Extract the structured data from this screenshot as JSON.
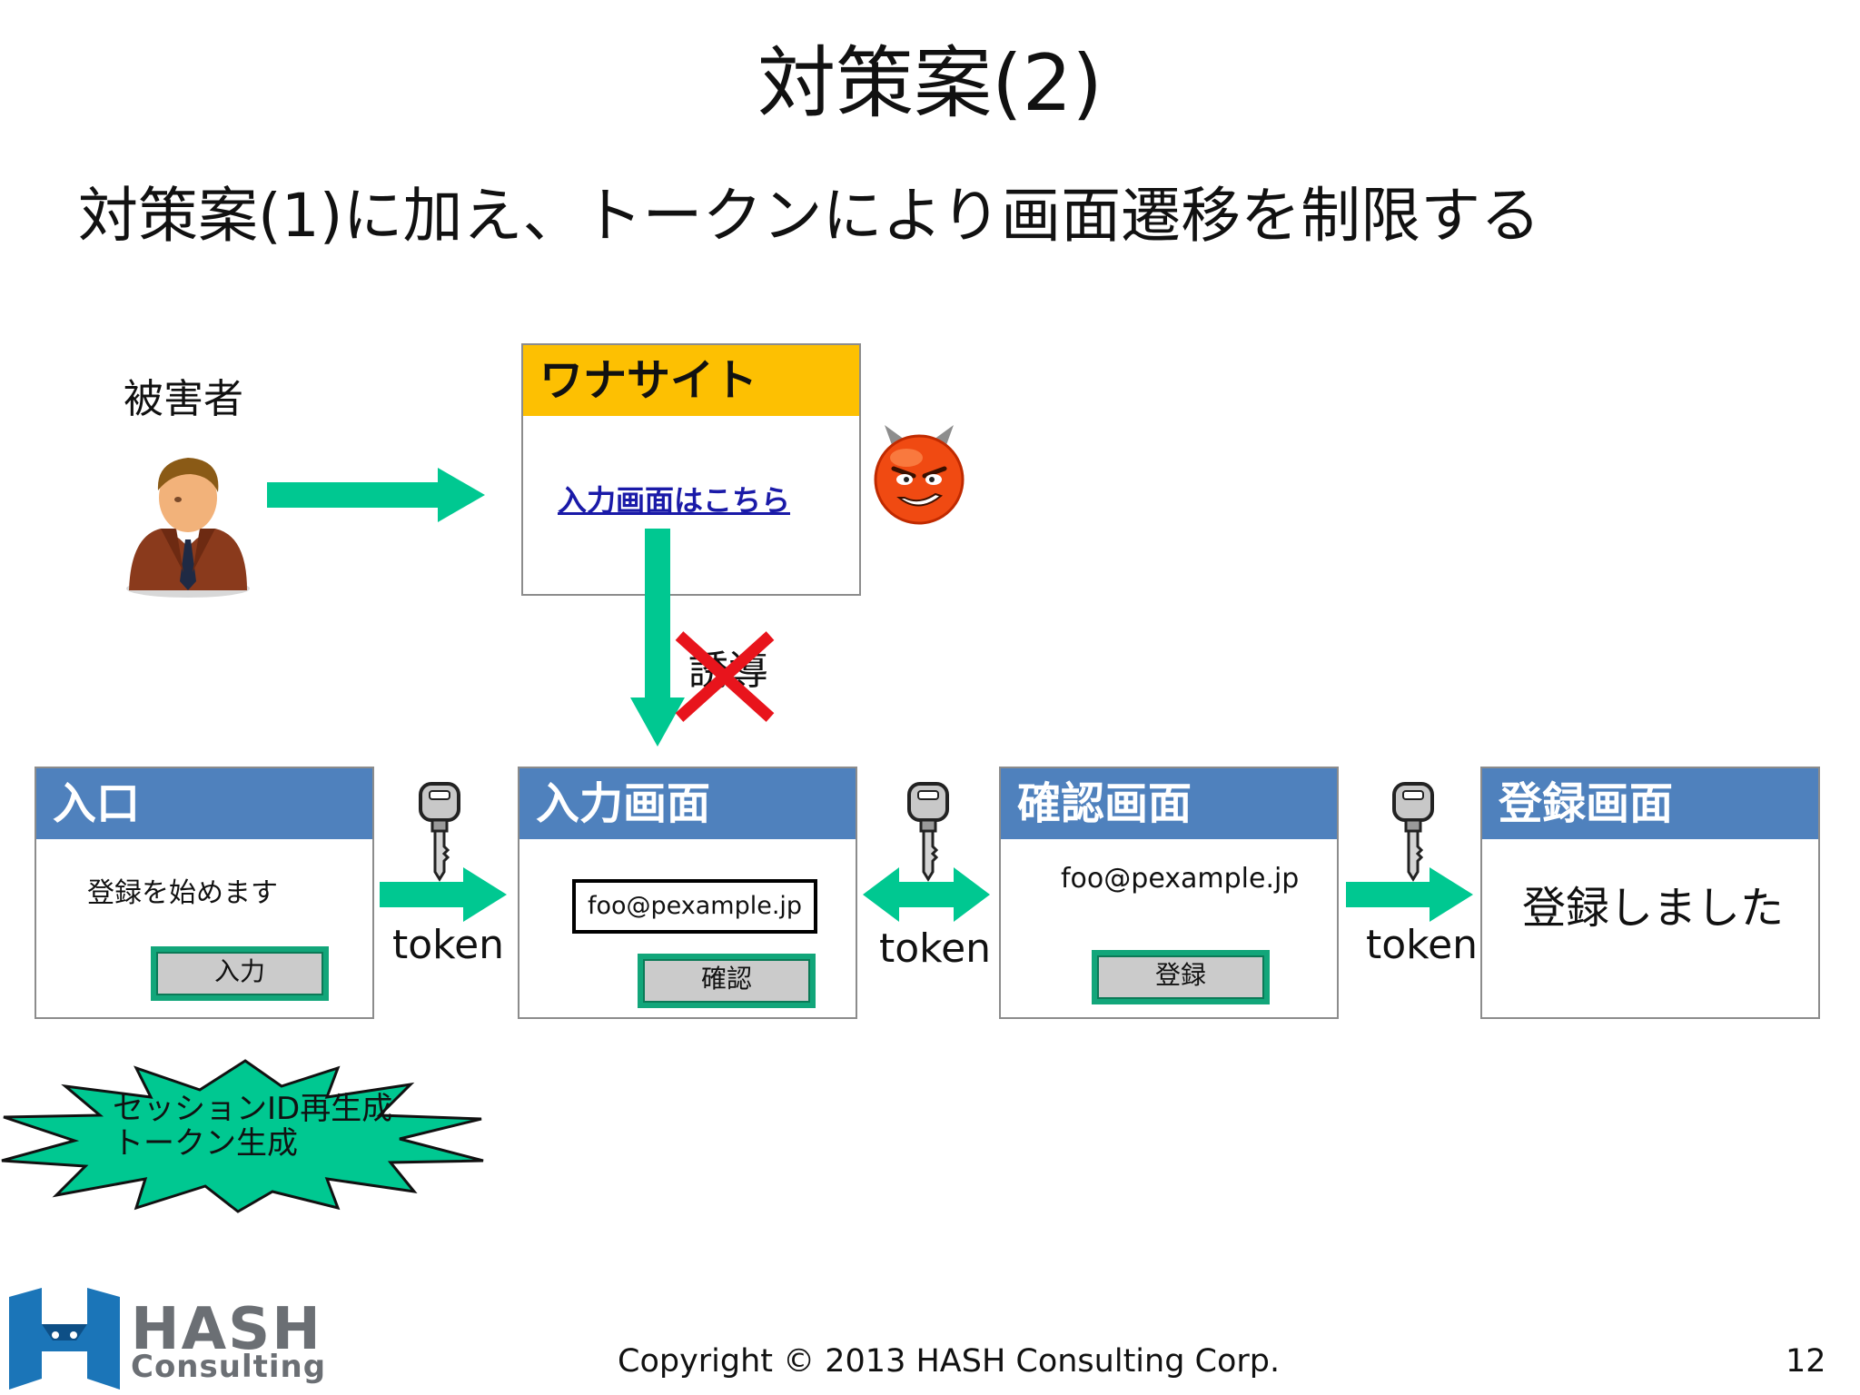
{
  "slide": {
    "title": "対策案(2)",
    "subtitle": "対策案(1)に加え、トークンにより画面遷移を制限する"
  },
  "victim": {
    "label": "被害者",
    "icon": "person-icon"
  },
  "trap_site": {
    "header": "ワナサイト",
    "link": "入力画面はこちら",
    "header_color": "#fdc002",
    "icon": "devil-face-icon"
  },
  "blocked_transition": {
    "label": "誘導",
    "icon": "red-x-icon"
  },
  "screens": {
    "entry": {
      "header": "入口",
      "text": "登録を始めます",
      "button": "入力"
    },
    "input": {
      "header": "入力画面",
      "field_value": "foo@pexample.jp",
      "button": "確認"
    },
    "confirm": {
      "header": "確認画面",
      "text": "foo@pexample.jp",
      "button": "登録"
    },
    "register": {
      "header": "登録画面",
      "text": "登録しました"
    }
  },
  "tokens": {
    "label1": "token",
    "label2": "token",
    "label3": "token",
    "icon": "key-icon"
  },
  "burst": {
    "line1": "セッションID再生成",
    "line2": "トークン生成",
    "color": "#00c891"
  },
  "footer": {
    "copyright": "Copyright © 2013 HASH Consulting Corp.",
    "page": "12",
    "logo_main": "HASH",
    "logo_sub": "Consulting"
  },
  "colors": {
    "screen_header": "#4f81bd",
    "arrow": "#00c891",
    "block_x": "#e8141c"
  }
}
